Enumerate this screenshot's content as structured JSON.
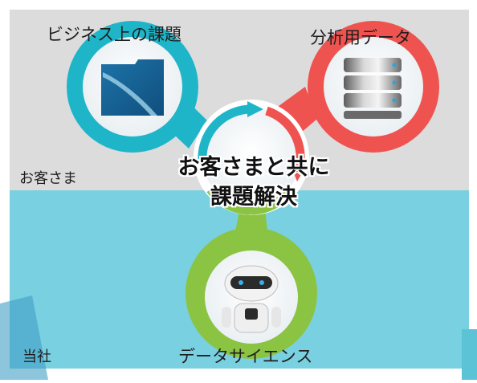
{
  "labels": {
    "top_left": "ビジネス上の課題",
    "top_right": "分析用データ",
    "bottom": "データサイエンス",
    "customer_area": "お客さま",
    "company_area": "当社"
  },
  "center": {
    "line1": "お客さまと共に",
    "line2": "課題解決"
  },
  "icons": {
    "top_left": "folder-icon",
    "top_right": "database-icon",
    "bottom": "robot-icon"
  },
  "colors": {
    "customer_bg": "#dcdcdc",
    "company_bg": "#79d0e0",
    "teal": "#1fb5c9",
    "red": "#ef5350",
    "green": "#8bc343"
  }
}
